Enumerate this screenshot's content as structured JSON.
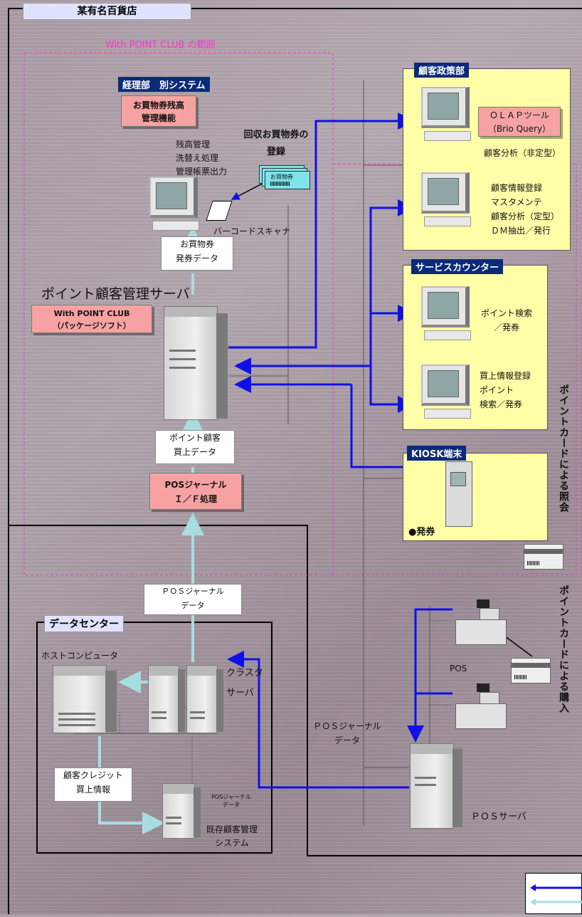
{
  "header": {
    "store": "某有名百貨店"
  },
  "scope_label": "With POINT CLUB の範囲",
  "accounting": {
    "tag": "経理部　別システム",
    "box": [
      "お買物券残高",
      "管理機能"
    ],
    "notes": [
      "残高管理",
      "洗替え処理",
      "管理帳票出力"
    ]
  },
  "voucher": {
    "caption": [
      "回収お買物券の",
      "登録"
    ],
    "ticket": "お買物券"
  },
  "scanner_label": "バーコードスキャナ",
  "voucher_data": [
    "お買物券",
    "発券データ"
  ],
  "server": {
    "title": "ポイント顧客管理サーバ",
    "package": [
      "With POINT CLUB",
      "（パッケージソフト）"
    ]
  },
  "point_data": [
    "ポイント顧客",
    "買上データ"
  ],
  "posif": [
    "POSジャーナル",
    "Ｉ／Ｆ処理"
  ],
  "posjournal_box": [
    "ＰＯＳジャーナル",
    "データ"
  ],
  "policy": {
    "tag": "顧客政策部",
    "olap": [
      "ＯＬＡＰツール",
      "（Brio Query）"
    ],
    "olap_caption": "顧客分析（非定型）",
    "pc2_lines": [
      "顧客情報登録",
      "マスタメンテ",
      "顧客分析（定型）",
      "ＤＭ抽出／発行"
    ]
  },
  "service": {
    "tag": "サービスカウンター",
    "pc1": [
      "ポイント検索",
      "／発券"
    ],
    "pc2": [
      "買上情報登録",
      "ポイント",
      "検索／発券"
    ]
  },
  "kiosk": {
    "tag": "KIOSK端末",
    "issue": "●発券"
  },
  "vertical1": "ポイントカードによる照会",
  "vertical2": "ポイントカードによる購入",
  "datacenter": {
    "tag": "データセンター",
    "host": "ホストコンピュータ",
    "cluster": [
      "クラスタ",
      "サーバ"
    ],
    "credit": [
      "顧客クレジット",
      "買上情報"
    ],
    "posj_small": [
      "POSジャーナル",
      "データ"
    ],
    "legacy": [
      "既存顧客管理",
      "システム"
    ]
  },
  "pos_label": "POS",
  "posjournal2": [
    "ＰＯＳジャーナル",
    "データ"
  ],
  "pos_server": "ＰＯＳサーバ",
  "colors": {
    "blue_arrow": "#1010e8",
    "light_arrow": "#a8dde0",
    "dark_tag": "#0b2a7a",
    "yellow": "#ffffa8",
    "pink": "#f7a2a2"
  }
}
